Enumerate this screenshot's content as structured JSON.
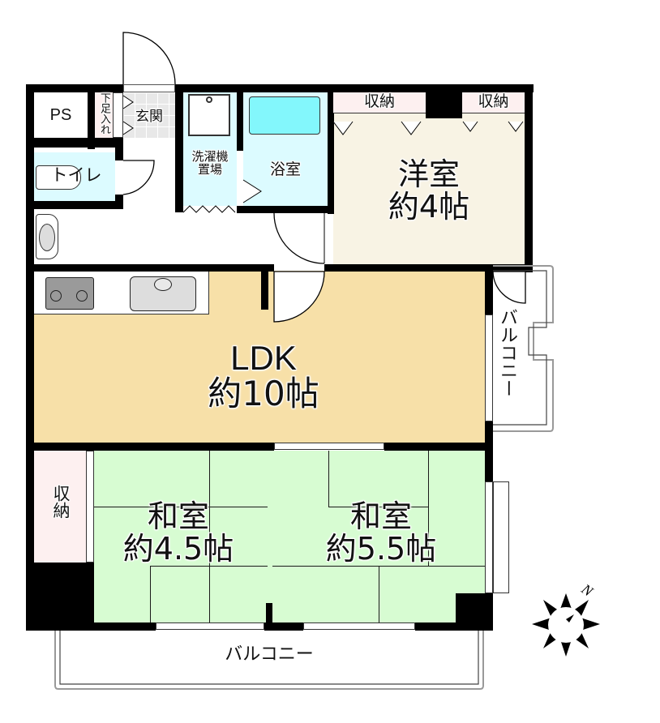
{
  "floorplan": {
    "rooms": {
      "ps": {
        "label": "PS"
      },
      "shoe_closet": {
        "label": "下足入れ"
      },
      "entrance": {
        "label": "玄関"
      },
      "toilet": {
        "label": "トイレ"
      },
      "laundry": {
        "label_line1": "洗濯機",
        "label_line2": "置場"
      },
      "bathroom": {
        "label": "浴室"
      },
      "western_room": {
        "label": "洋室",
        "size": "約4帖"
      },
      "western_closet_left": {
        "label": "収納"
      },
      "western_closet_right": {
        "label": "収納"
      },
      "ldk": {
        "label": "LDK",
        "size": "約10帖"
      },
      "japanese_room_1": {
        "label": "和室",
        "size": "約4.5帖"
      },
      "japanese_room_2": {
        "label": "和室",
        "size": "約5.5帖"
      },
      "japanese_closet": {
        "label": "収納"
      },
      "balcony_east": {
        "label": "バルコニー"
      },
      "balcony_south": {
        "label": "バルコニー"
      }
    },
    "compass": {
      "label": "N",
      "icon": "compass-sun-icon"
    },
    "colors": {
      "wall": "#000000",
      "ldk": "#f7e0a8",
      "western_room": "#f8f3e4",
      "japanese_room": "#d7fcd2",
      "wet_area": "#dcfbff",
      "bathtub": "#83f7fc",
      "closet": "#fdf0f0",
      "entrance_tile": "#e6e6e6"
    }
  }
}
